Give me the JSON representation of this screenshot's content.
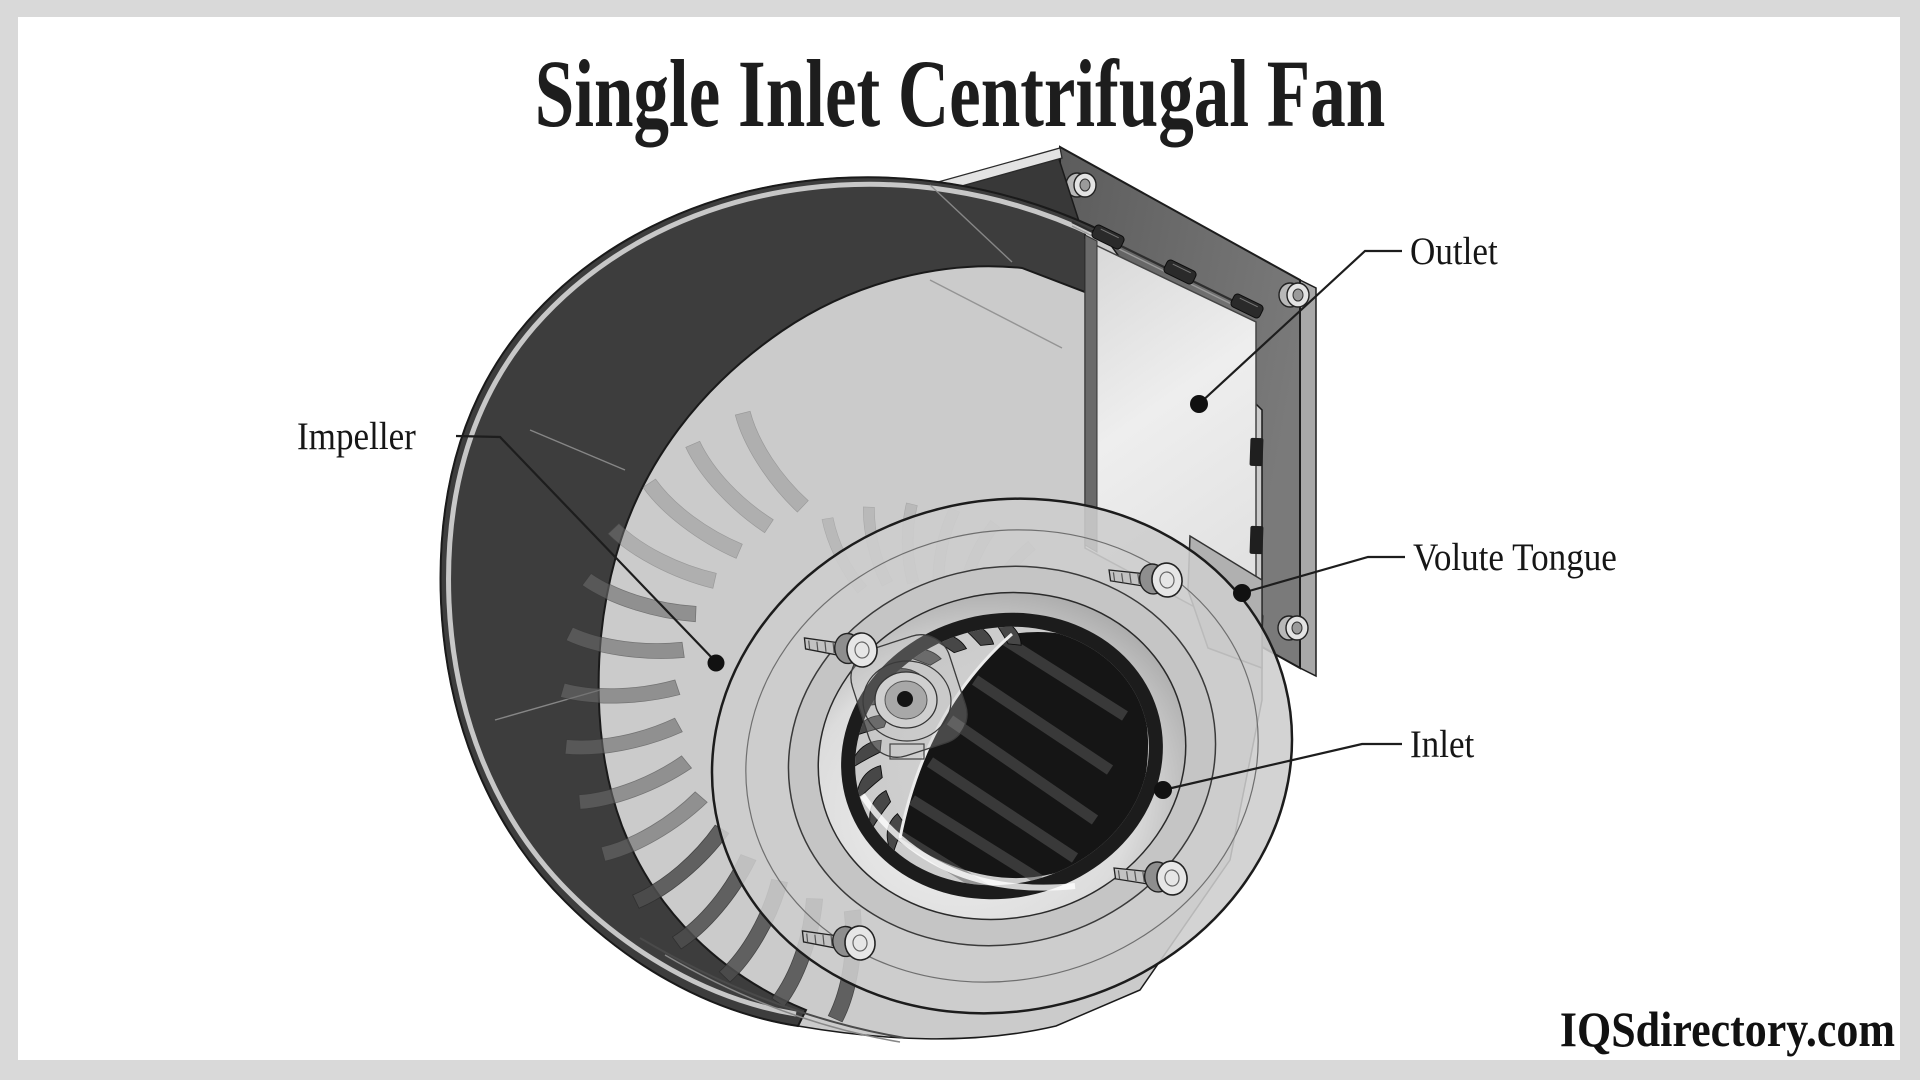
{
  "title": "Single Inlet Centrifugal Fan",
  "watermark": "IQSdirectory.com",
  "figure": {
    "type": "labeled-technical-diagram",
    "subject": "Single inlet centrifugal fan - 3D cutaway illustration with volute scroll housing, mounting flange, inlet ring and impeller",
    "labels": [
      {
        "id": "impeller",
        "text": "Impeller"
      },
      {
        "id": "outlet",
        "text": "Outlet"
      },
      {
        "id": "volute-tongue",
        "text": "Volute Tongue"
      },
      {
        "id": "inlet",
        "text": "Inlet"
      }
    ]
  },
  "colors": {
    "frame": "#d9d9d9",
    "background": "#ffffff",
    "ink": "#1a1a1a",
    "housing_dark": "#3d3d3d",
    "metal_light": "#cbcbcb",
    "plate_gray": "#6a6a6a"
  }
}
